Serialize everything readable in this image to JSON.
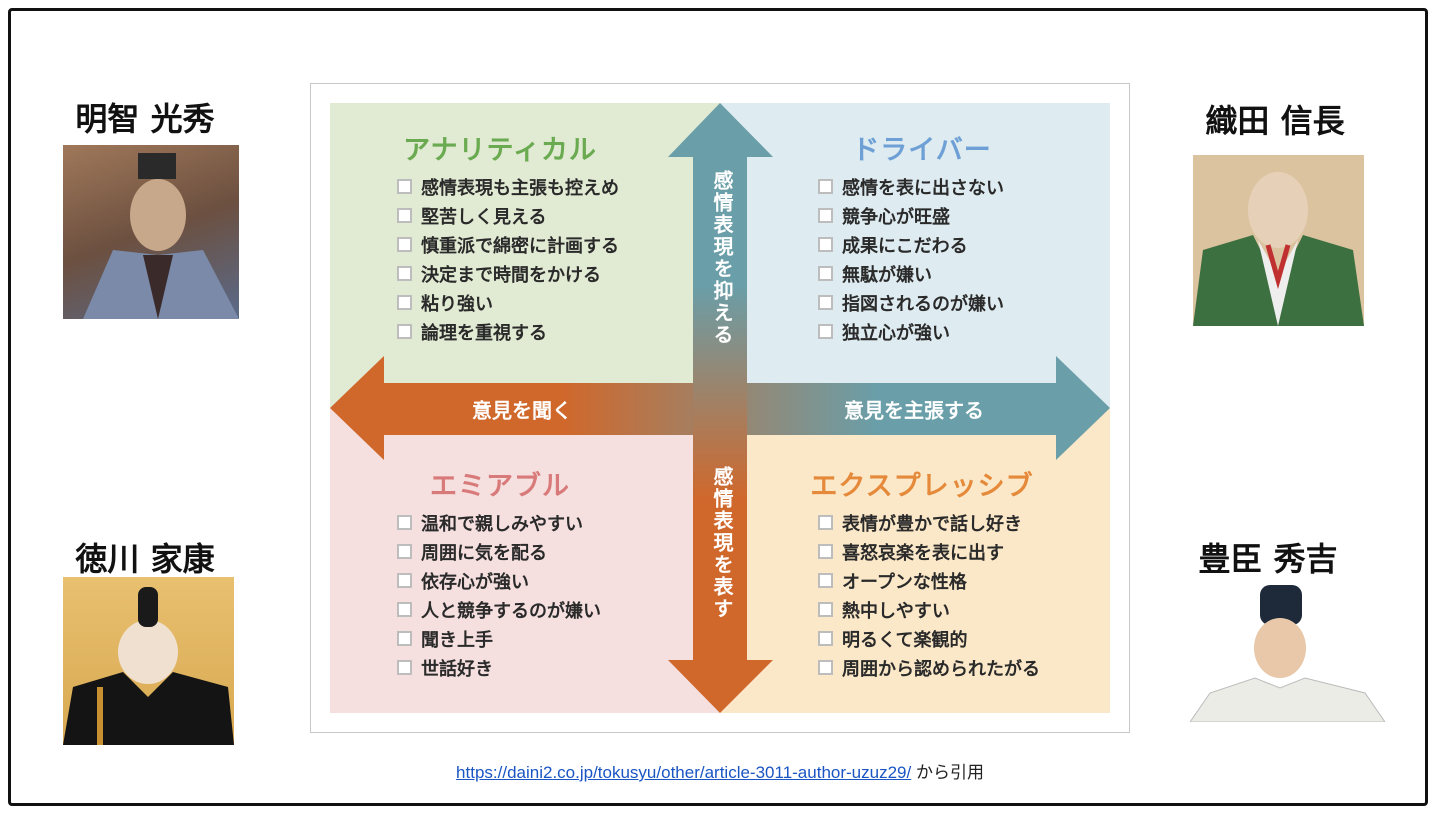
{
  "people": {
    "top_left": {
      "name": "明智 光秀"
    },
    "top_right": {
      "name": "織田 信長"
    },
    "bottom_left": {
      "name": "徳川 家康"
    },
    "bottom_right": {
      "name": "豊臣 秀吉"
    }
  },
  "diagram": {
    "axes": {
      "up": "感情表現を抑える",
      "down": "感情表現を表す",
      "left": "意見を聞く",
      "right": "意見を主張する"
    },
    "quadrants": {
      "analytical": {
        "title": "アナリティカル",
        "color": "#6aaa50",
        "items": [
          "感情表現も主張も控えめ",
          "堅苦しく見える",
          "慎重派で綿密に計画する",
          "決定まで時間をかける",
          "粘り強い",
          "論理を重視する"
        ]
      },
      "driver": {
        "title": "ドライバー",
        "color": "#6ea0d6",
        "items": [
          "感情を表に出さない",
          "競争心が旺盛",
          "成果にこだわる",
          "無駄が嫌い",
          "指図されるのが嫌い",
          "独立心が強い"
        ]
      },
      "amiable": {
        "title": "エミアブル",
        "color": "#d97a7a",
        "items": [
          "温和で親しみやすい",
          "周囲に気を配る",
          "依存心が強い",
          "人と競争するのが嫌い",
          "聞き上手",
          "世話好き"
        ]
      },
      "expressive": {
        "title": "エクスプレッシブ",
        "color": "#e5893a",
        "items": [
          "表情が豊かで話し好き",
          "喜怒哀楽を表に出す",
          "オープンな性格",
          "熱中しやすい",
          "明るくて楽観的",
          "周囲から認められたがる"
        ]
      }
    }
  },
  "citation": {
    "url": "https://daini2.co.jp/tokusyu/other/article-3011-author-uzuz29/",
    "suffix": " から引用"
  }
}
